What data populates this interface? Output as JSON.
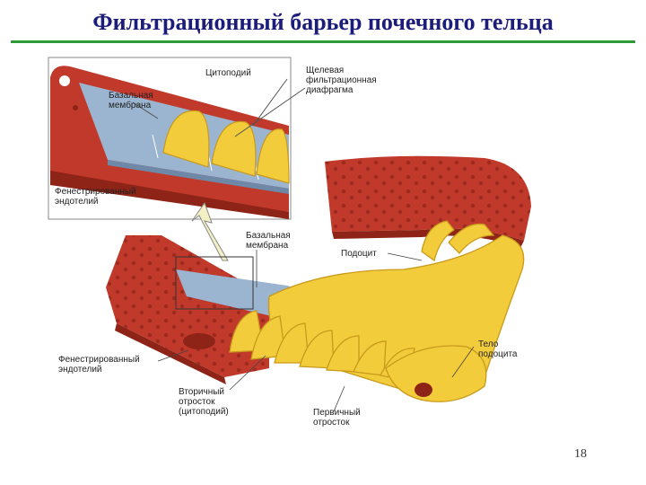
{
  "title": "Фильтрационный барьер почечного тельца",
  "page_number": "18",
  "labels": {
    "cytopodium": "Цитоподий",
    "basal_membrane_inset": "Базальная\nмембрана",
    "slit_diaphragm": "Щелевая\nфильтрационная\nдиафрагма",
    "fenestrated_endothelium_inset": "Фенестрированный\nэндотелий",
    "basal_membrane": "Базальная\nмембрана",
    "podocyte": "Подоцит",
    "podocyte_body": "Тело\nподоцита",
    "fenestrated_endothelium": "Фенестрированный\nэндотелий",
    "secondary_process": "Вторичный\nотросток\n(цитоподий)",
    "primary_process": "Первичный\nотросток"
  },
  "colors": {
    "title": "#1c1c7a",
    "rule": "#2e9a3a",
    "endothelium": "#c0392b",
    "endothelium_dark": "#8e2418",
    "basal_membrane": "#9bb4cf",
    "podocyte": "#f2cc3a",
    "podocyte_dark": "#c99a1c"
  }
}
